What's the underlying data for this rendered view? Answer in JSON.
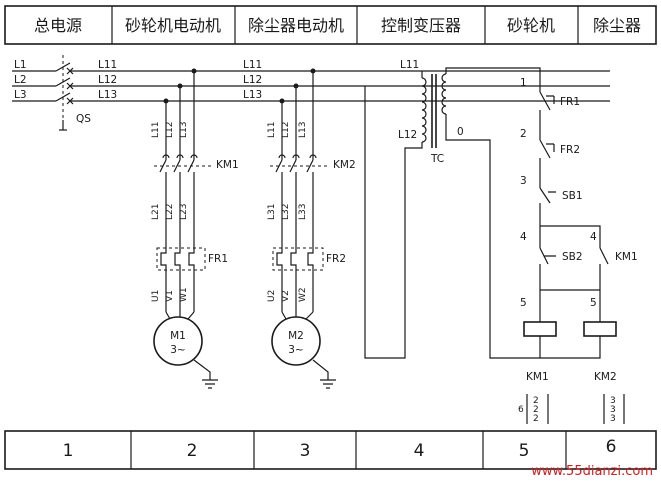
{
  "header": {
    "sections": [
      "总电源",
      "砂轮机电动机",
      "除尘器电动机",
      "控制变压器",
      "砂轮机",
      "除尘器"
    ]
  },
  "footer": {
    "numbers": [
      "1",
      "2",
      "3",
      "4",
      "5",
      "6"
    ]
  },
  "power": {
    "phase_labels": [
      "L1",
      "L2",
      "L3"
    ],
    "line_labels_a": [
      "L11",
      "L12",
      "L13"
    ],
    "line_labels_b": [
      "L11",
      "L12",
      "L13"
    ],
    "switch_label": "QS"
  },
  "motor1": {
    "in_labels": [
      "L11",
      "L12",
      "L13"
    ],
    "mid_labels": [
      "L21",
      "L22",
      "L23"
    ],
    "out_labels": [
      "U1",
      "V1",
      "W1"
    ],
    "contactor": "KM1",
    "relay": "FR1",
    "name": "M1",
    "phase": "3~"
  },
  "motor2": {
    "in_labels": [
      "L11",
      "L12",
      "L13"
    ],
    "mid_labels": [
      "L31",
      "L32",
      "L33"
    ],
    "out_labels": [
      "U2",
      "V2",
      "W2"
    ],
    "contactor": "KM2",
    "relay": "FR2",
    "name": "M2",
    "phase": "3~"
  },
  "transformer": {
    "label": "TC",
    "in_top": "L11",
    "in_bottom": "L12",
    "out_zero": "0"
  },
  "control": {
    "nodes": [
      "1",
      "2",
      "3",
      "4",
      "5",
      "4",
      "5"
    ],
    "fr1": "FR1",
    "fr2": "FR2",
    "sb1": "SB1",
    "sb2": "SB2",
    "km1_aux": "KM1",
    "coil1": "KM1",
    "coil2": "KM2",
    "table_row": "6",
    "km1_contacts": [
      "2",
      "2",
      "2"
    ],
    "km2_contacts": [
      "3",
      "3",
      "3"
    ]
  },
  "watermark": "www.55dianzi.com"
}
